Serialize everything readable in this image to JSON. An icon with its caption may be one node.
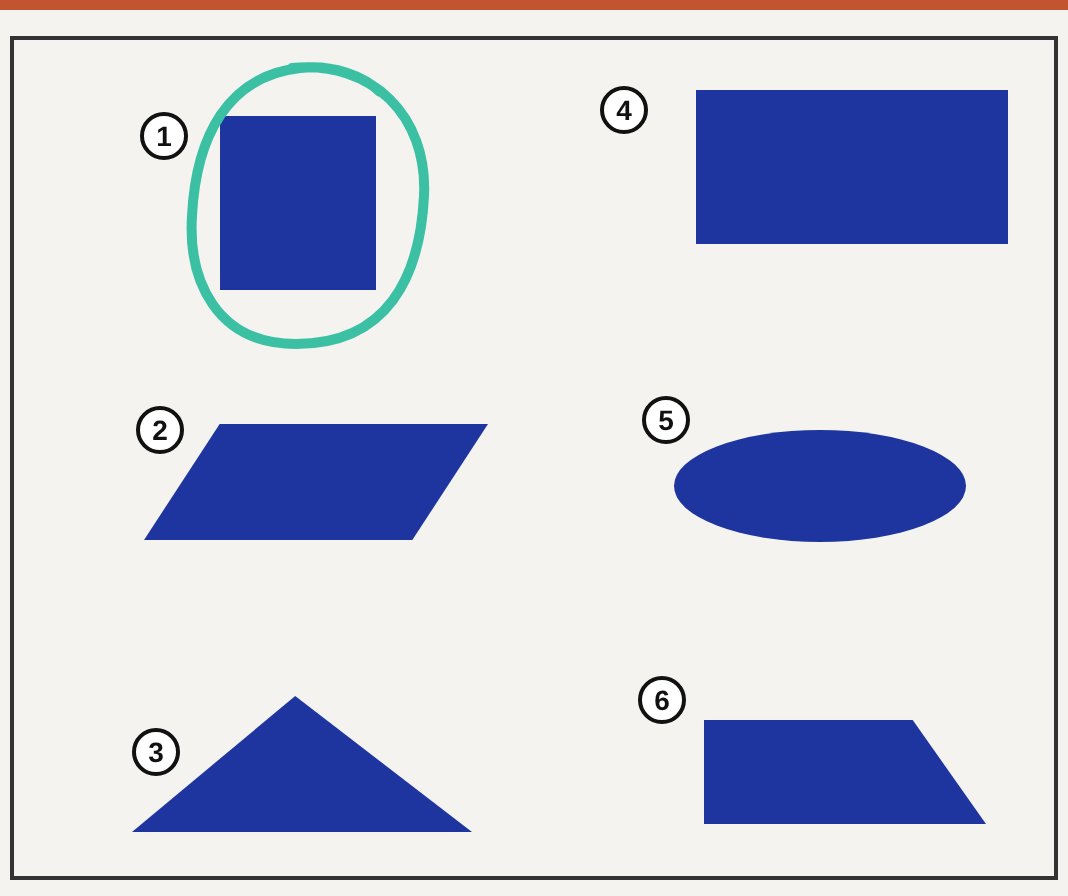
{
  "diagram": {
    "nodes": [
      {
        "text": [],
        "shape": "box",
        "beside": [
          "1"
        ]
      },
      {
        "text": [],
        "shape": "parallelogram",
        "beside": [
          "2"
        ]
      },
      {
        "text": [],
        "shape": "triangle",
        "beside": [
          "3"
        ]
      },
      {
        "text": [],
        "shape": "box",
        "beside": [
          "4"
        ]
      },
      {
        "text": [],
        "shape": "ellipse",
        "beside": [
          "5"
        ]
      },
      {
        "text": [],
        "shape": "trapezoid",
        "beside": [
          "6"
        ]
      }
    ]
  }
}
